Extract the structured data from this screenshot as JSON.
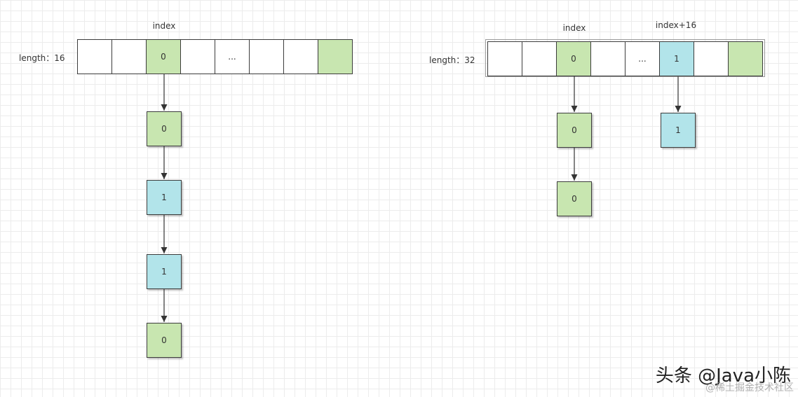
{
  "colors": {
    "green_fill": "#c8e6b0",
    "blue_fill": "#b2e4ea",
    "white_fill": "#ffffff",
    "stroke": "#3c3c3c"
  },
  "left": {
    "length_label": "length：16",
    "index_label": "index",
    "cells": [
      {
        "text": "",
        "fill": "#ffffff"
      },
      {
        "text": "",
        "fill": "#ffffff"
      },
      {
        "text": "0",
        "fill": "#c8e6b0"
      },
      {
        "text": "",
        "fill": "#ffffff"
      },
      {
        "text": "...",
        "fill": "#ffffff"
      },
      {
        "text": "",
        "fill": "#ffffff"
      },
      {
        "text": "",
        "fill": "#ffffff"
      },
      {
        "text": "",
        "fill": "#c8e6b0"
      }
    ],
    "chain": [
      {
        "text": "0",
        "fill": "#c8e6b0"
      },
      {
        "text": "1",
        "fill": "#b2e4ea"
      },
      {
        "text": "1",
        "fill": "#b2e4ea"
      },
      {
        "text": "0",
        "fill": "#c8e6b0"
      }
    ]
  },
  "right": {
    "length_label": "length：32",
    "index_label": "index",
    "index16_label": "index+16",
    "cells": [
      {
        "text": "",
        "fill": "#ffffff"
      },
      {
        "text": "",
        "fill": "#ffffff"
      },
      {
        "text": "0",
        "fill": "#c8e6b0"
      },
      {
        "text": "",
        "fill": "#ffffff"
      },
      {
        "text": "...",
        "fill": "#ffffff"
      },
      {
        "text": "1",
        "fill": "#b2e4ea"
      },
      {
        "text": "",
        "fill": "#ffffff"
      },
      {
        "text": "",
        "fill": "#c8e6b0"
      }
    ],
    "chain_index": [
      {
        "text": "0",
        "fill": "#c8e6b0"
      },
      {
        "text": "0",
        "fill": "#c8e6b0"
      }
    ],
    "chain_index16": [
      {
        "text": "1",
        "fill": "#b2e4ea"
      }
    ]
  },
  "watermark": {
    "main": "头条 @Java小陈",
    "sub": "@稀土掘金技术社区"
  }
}
